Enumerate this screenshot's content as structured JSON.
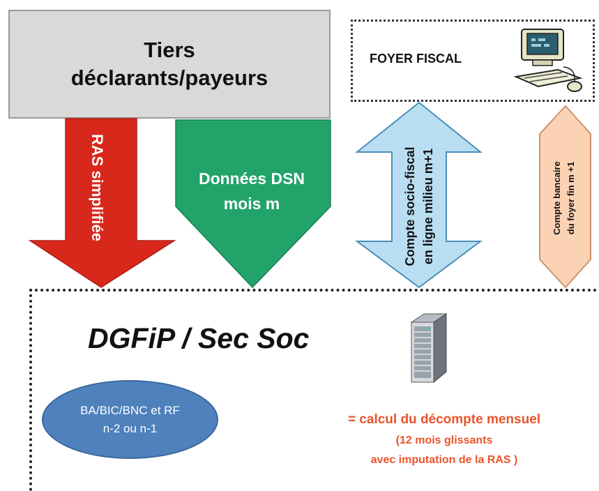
{
  "tiers": {
    "label": "Tiers\ndéclarants/payeurs"
  },
  "foyer": {
    "label": "FOYER FISCAL",
    "icon": "computer-icon"
  },
  "arrows": {
    "ras": "RAS simplifiée",
    "dsn": "Données  DSN\nmois m",
    "compte_socio_fiscal": "Compte socio-fiscal\nen ligne milieu m+1",
    "compte_bancaire": "Compte bancaire\ndu foyer fin m +1"
  },
  "dgfip": {
    "title": "DGFiP / Sec Soc",
    "server_icon": "server-icon",
    "ellipse": "BA/BIC/BNC et RF\nn-2 ou n-1",
    "calc_line1": "= calcul du décompte mensuel",
    "calc_line2": "(12 mois glissants",
    "calc_line3": "avec imputation de la RAS )"
  },
  "colors": {
    "red_arrow": "#d8281c",
    "green_arrow": "#22a36a",
    "blue_arrow": "#b9def2",
    "orange_arrow": "#fbd2b4",
    "ellipse": "#4f81bd",
    "calc_text": "#e8542b",
    "tiers_box": "#d9d9d9"
  }
}
